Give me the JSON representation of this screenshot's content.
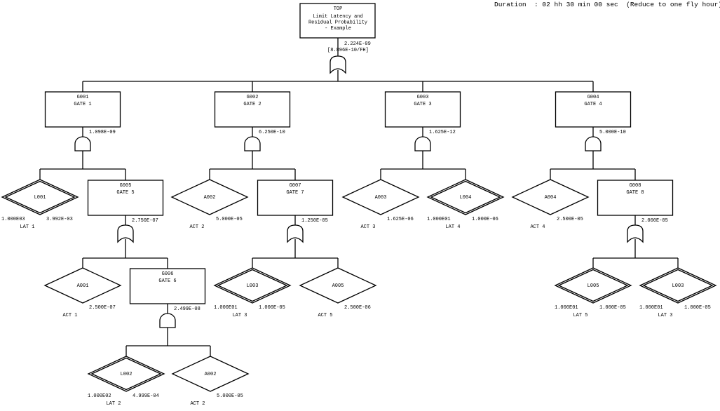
{
  "header": {
    "duration_label": "Duration",
    "duration_value": ": 02 hh 30 min 00 sec",
    "duration_note": "(Reduce to one fly hour)"
  },
  "top": {
    "id": "TOP",
    "description_lines": [
      "Limit Latency and",
      "Residual Probability",
      "- Example"
    ],
    "gate_type": "OR",
    "probability": "2.224E-09",
    "per_flight_hour": "[8.896E-10/FH]"
  },
  "gates": [
    {
      "id": "G001",
      "name": "GATE 1",
      "gate_type": "AND",
      "probability": "1.098E-09",
      "parent": "TOP"
    },
    {
      "id": "G002",
      "name": "GATE 2",
      "gate_type": "AND",
      "probability": "6.250E-10",
      "parent": "TOP"
    },
    {
      "id": "G003",
      "name": "GATE 3",
      "gate_type": "AND",
      "probability": "1.625E-12",
      "parent": "TOP"
    },
    {
      "id": "G004",
      "name": "GATE 4",
      "gate_type": "AND",
      "probability": "5.000E-10",
      "parent": "TOP"
    },
    {
      "id": "G005",
      "name": "GATE 5",
      "gate_type": "OR",
      "probability": "2.750E-07",
      "parent": "G001"
    },
    {
      "id": "G006",
      "name": "GATE 6",
      "gate_type": "AND",
      "probability": "2.499E-08",
      "parent": "G005"
    },
    {
      "id": "G007",
      "name": "GATE 7",
      "gate_type": "OR",
      "probability": "1.250E-05",
      "parent": "G002"
    },
    {
      "id": "G008",
      "name": "GATE 8",
      "gate_type": "OR",
      "probability": "2.000E-05",
      "parent": "G004"
    }
  ],
  "events": [
    {
      "id": "L001",
      "kind": "latent",
      "label": "LAT 1",
      "interval": "1.000E03",
      "probability": "3.992E-03",
      "parent": "G001"
    },
    {
      "id": "A002",
      "kind": "active",
      "label": "ACT 2",
      "probability": "5.000E-05",
      "parent": "G002"
    },
    {
      "id": "A003",
      "kind": "active",
      "label": "ACT 3",
      "probability": "1.625E-06",
      "parent": "G003"
    },
    {
      "id": "L004",
      "kind": "latent",
      "label": "LAT 4",
      "interval": "1.000E01",
      "probability": "1.000E-06",
      "parent": "G003"
    },
    {
      "id": "A004",
      "kind": "active",
      "label": "ACT 4",
      "probability": "2.500E-05",
      "parent": "G004"
    },
    {
      "id": "A001",
      "kind": "active",
      "label": "ACT 1",
      "probability": "2.500E-07",
      "parent": "G005"
    },
    {
      "id": "L003",
      "kind": "latent",
      "label": "LAT 3",
      "interval": "1.000E01",
      "probability": "1.000E-05",
      "parent": "G007"
    },
    {
      "id": "A005",
      "kind": "active",
      "label": "ACT 5",
      "probability": "2.500E-06",
      "parent": "G007"
    },
    {
      "id": "L005",
      "kind": "latent",
      "label": "LAT 5",
      "interval": "1.000E01",
      "probability": "1.000E-05",
      "parent": "G008"
    },
    {
      "id": "L003",
      "kind": "latent",
      "label": "LAT 3",
      "interval": "1.000E01",
      "probability": "1.000E-05",
      "parent": "G008"
    },
    {
      "id": "L002",
      "kind": "latent",
      "label": "LAT 2",
      "interval": "1.000E02",
      "probability": "4.999E-04",
      "parent": "G006"
    },
    {
      "id": "A002",
      "kind": "active",
      "label": "ACT 2",
      "probability": "5.000E-05",
      "parent": "G006"
    }
  ],
  "colors": {
    "line": "#000000",
    "background": "#ffffff"
  }
}
